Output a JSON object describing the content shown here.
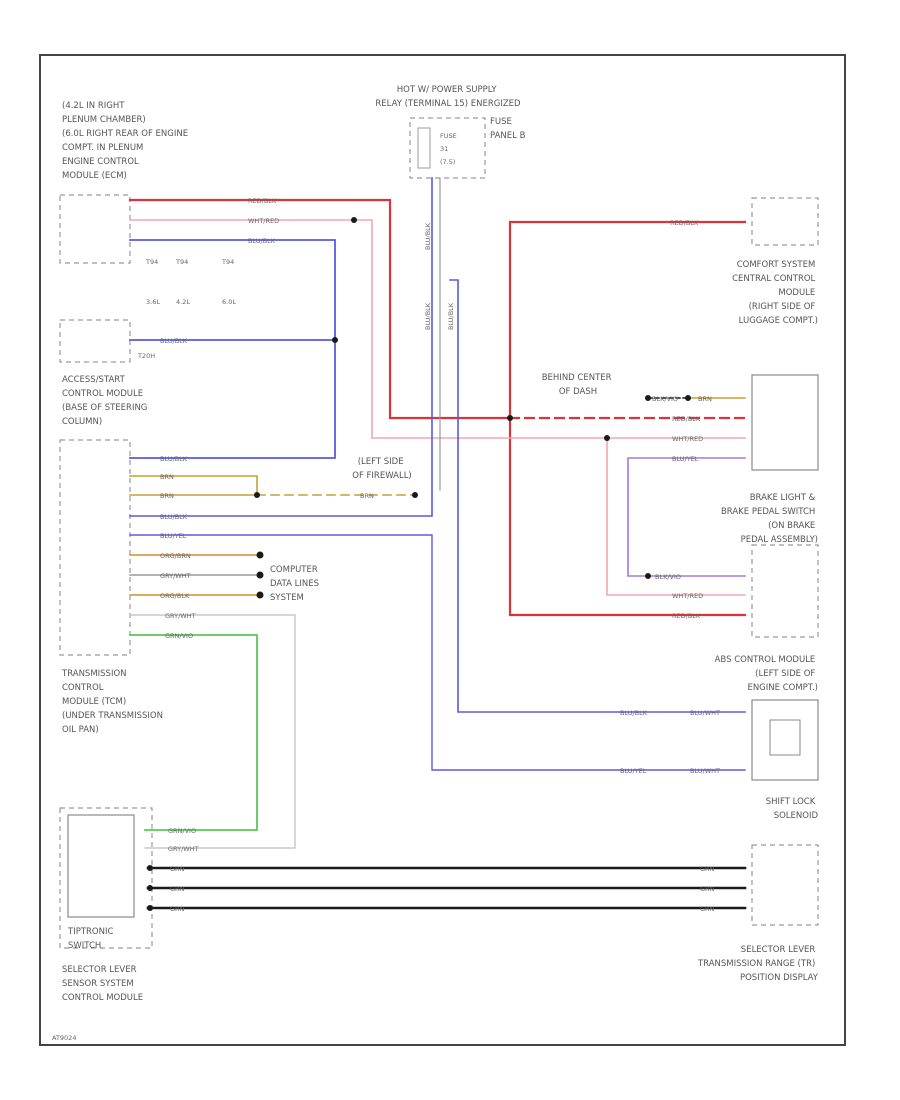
{
  "colors": {
    "red": "#d9333c",
    "pink": "#f0a9ad",
    "blue": "#5a5ae0",
    "violet": "#a57ad8",
    "black": "#1a1a1a",
    "brown": "#c9a030",
    "gray": "#9a9a9a",
    "green": "#55cc55",
    "orange": "#d98c2a"
  },
  "labels": {
    "ecm": [
      "(4.2L IN RIGHT",
      "PLENUM CHAMBER)",
      "(6.0L RIGHT REAR OF ENGINE",
      "COMPT. IN PLENUM",
      "ENGINE CONTROL",
      "MODULE (ECM)"
    ],
    "hot_at": [
      "HOT W/ POWER SUPPLY",
      "RELAY (TERMINAL 15) ENERGIZED"
    ],
    "fuse_panel": [
      "FUSE",
      "PANEL B"
    ],
    "fuse": [
      "FUSE",
      "31",
      "(7.5)"
    ],
    "ecm_variants": [
      "3.6L",
      "4.2L",
      "6.0L"
    ],
    "ecm_connectors": [
      "T94",
      "T94",
      "T94"
    ],
    "comfort": [
      "COMFORT SYSTEM",
      "CENTRAL CONTROL",
      "MODULE",
      "(RIGHT SIDE OF",
      "LUGGAGE COMPT.)"
    ],
    "access": [
      "ACCESS/START",
      "CONTROL MODULE",
      "(BASE OF STEERING",
      "COLUMN)"
    ],
    "access_conn": "T20H",
    "behind_dash": [
      "BEHIND CENTER",
      "OF DASH"
    ],
    "firewall": [
      "(LEFT SIDE",
      "OF FIREWALL)"
    ],
    "brake": [
      "BRAKE LIGHT &",
      "BRAKE PEDAL SWITCH",
      "(ON BRAKE",
      "PEDAL ASSEMBLY)"
    ],
    "computer": [
      "COMPUTER",
      "DATA LINES",
      "SYSTEM"
    ],
    "tcm": [
      "TRANSMISSION",
      "CONTROL",
      "MODULE (TCM)",
      "(UNDER TRANSMISSION",
      "OIL PAN)"
    ],
    "abs": [
      "ABS CONTROL MODULE",
      "(LEFT SIDE OF",
      "ENGINE COMPT.)"
    ],
    "shift_lock": [
      "SHIFT LOCK",
      "SOLENOID"
    ],
    "tiptronic": [
      "TIPTRONIC",
      "SWITCH"
    ],
    "selector_sensor": [
      "SELECTOR LEVER",
      "SENSOR SYSTEM",
      "CONTROL MODULE"
    ],
    "selector_display": [
      "SELECTOR LEVER",
      "TRANSMISSION RANGE (TR)",
      "POSITION DISPLAY"
    ],
    "footer_code": "AT9024"
  },
  "wires": {
    "red_blk": "RED/BLK",
    "wht_red": "WHT/RED",
    "blu_blk": "BLU/BLK",
    "brn": "BRN",
    "blu_yel": "BLU/YEL",
    "org_brn": "ORG/BRN",
    "gry_wht": "GRY/WHT",
    "org_blk": "ORG/BLK",
    "grn_vio": "GRN/VIO",
    "grn_vio_2": "GRN/VIO",
    "blk_vio": "BLK/VIO",
    "blk_vio_2": "BLK/VIO",
    "blu_wht": "BLU/WHT",
    "grn": "GRN",
    "grn_2": "GRN",
    "grn_3": "GRN"
  }
}
